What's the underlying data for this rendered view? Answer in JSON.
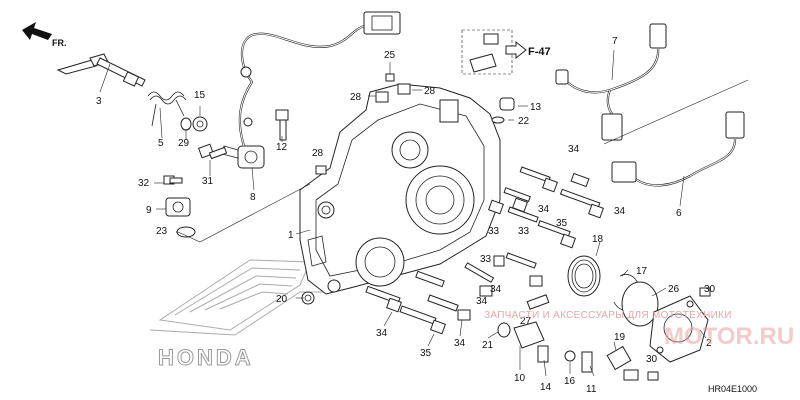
{
  "direction_label": "FR.",
  "reference": "F-47",
  "diagram_code": "HR04E1000",
  "brand_mark": "HONDA",
  "watermark_text": "ЗАПЧАСТИ И АКСЕССУАРЫ ДЛЯ МОТОТЕХНИКИ",
  "watermark_site": "MOTOR.RU",
  "callouts": {
    "c1": "1",
    "c2": "2",
    "c3": "3",
    "c5": "5",
    "c6": "6",
    "c7": "7",
    "c8": "8",
    "c9": "9",
    "c10": "10",
    "c11": "11",
    "c12": "12",
    "c13": "13",
    "c14": "14",
    "c15": "15",
    "c16": "16",
    "c17": "17",
    "c18": "18",
    "c19": "19",
    "c20": "20",
    "c21": "21",
    "c22": "22",
    "c23": "23",
    "c25": "25",
    "c26": "26",
    "c27": "27",
    "c28a": "28",
    "c28b": "28",
    "c28c": "28",
    "c29": "29",
    "c30a": "30",
    "c30b": "30",
    "c31": "31",
    "c32": "32",
    "c33a": "33",
    "c33b": "33",
    "c33c": "33",
    "c34a": "34",
    "c34b": "34",
    "c34c": "34",
    "c34d": "34",
    "c34e": "34",
    "c34f": "34",
    "c34g": "34",
    "c35a": "35",
    "c35b": "35"
  }
}
